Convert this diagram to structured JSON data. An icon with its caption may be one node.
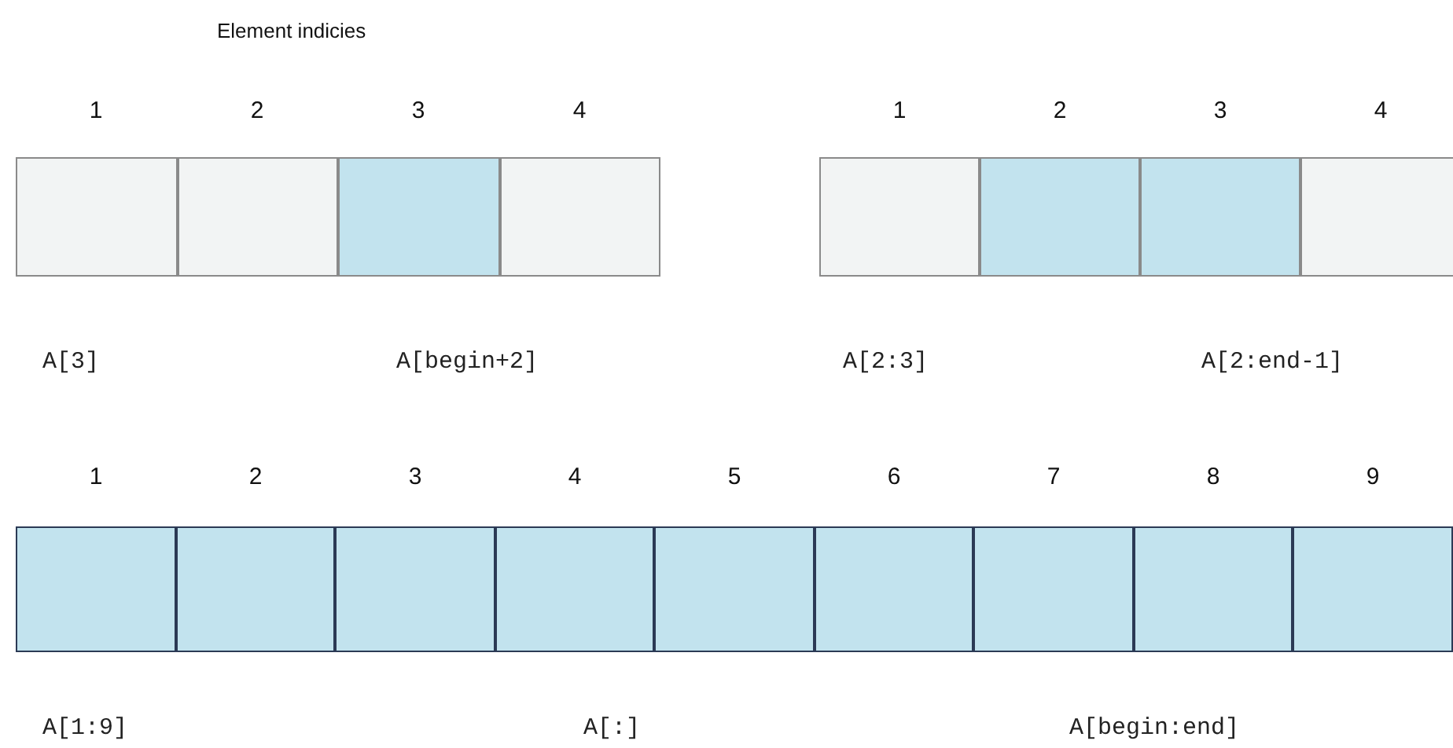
{
  "diagram": {
    "title": "Element indicies",
    "nodes": [
      {
        "text": [],
        "shape": "box"
      },
      {
        "text": [],
        "shape": "box"
      },
      {
        "text": [],
        "shape": "box"
      },
      {
        "text": [],
        "shape": "box"
      },
      {
        "text": [],
        "shape": "box"
      },
      {
        "text": [],
        "shape": "box"
      },
      {
        "text": [],
        "shape": "box"
      },
      {
        "text": [],
        "shape": "box"
      },
      {
        "text": [],
        "shape": "box"
      },
      {
        "text": [],
        "shape": "box"
      },
      {
        "text": [],
        "shape": "box"
      },
      {
        "text": [],
        "shape": "box"
      },
      {
        "text": [],
        "shape": "box"
      },
      {
        "text": [],
        "shape": "box"
      },
      {
        "text": [],
        "shape": "box"
      },
      {
        "text": [],
        "shape": "box"
      },
      {
        "text": [],
        "shape": "box"
      }
    ],
    "edges": [],
    "labels": [
      "1",
      "2",
      "3",
      "4",
      "1",
      "2",
      "3",
      "4",
      "A[3]",
      "A[begin+2]",
      "A[2:3]",
      "A[2:end-1]",
      "1",
      "2",
      "3",
      "4",
      "5",
      "6",
      "7",
      "8",
      "9",
      "A[1:9]",
      "A[:]",
      "A[begin:end]"
    ]
  }
}
